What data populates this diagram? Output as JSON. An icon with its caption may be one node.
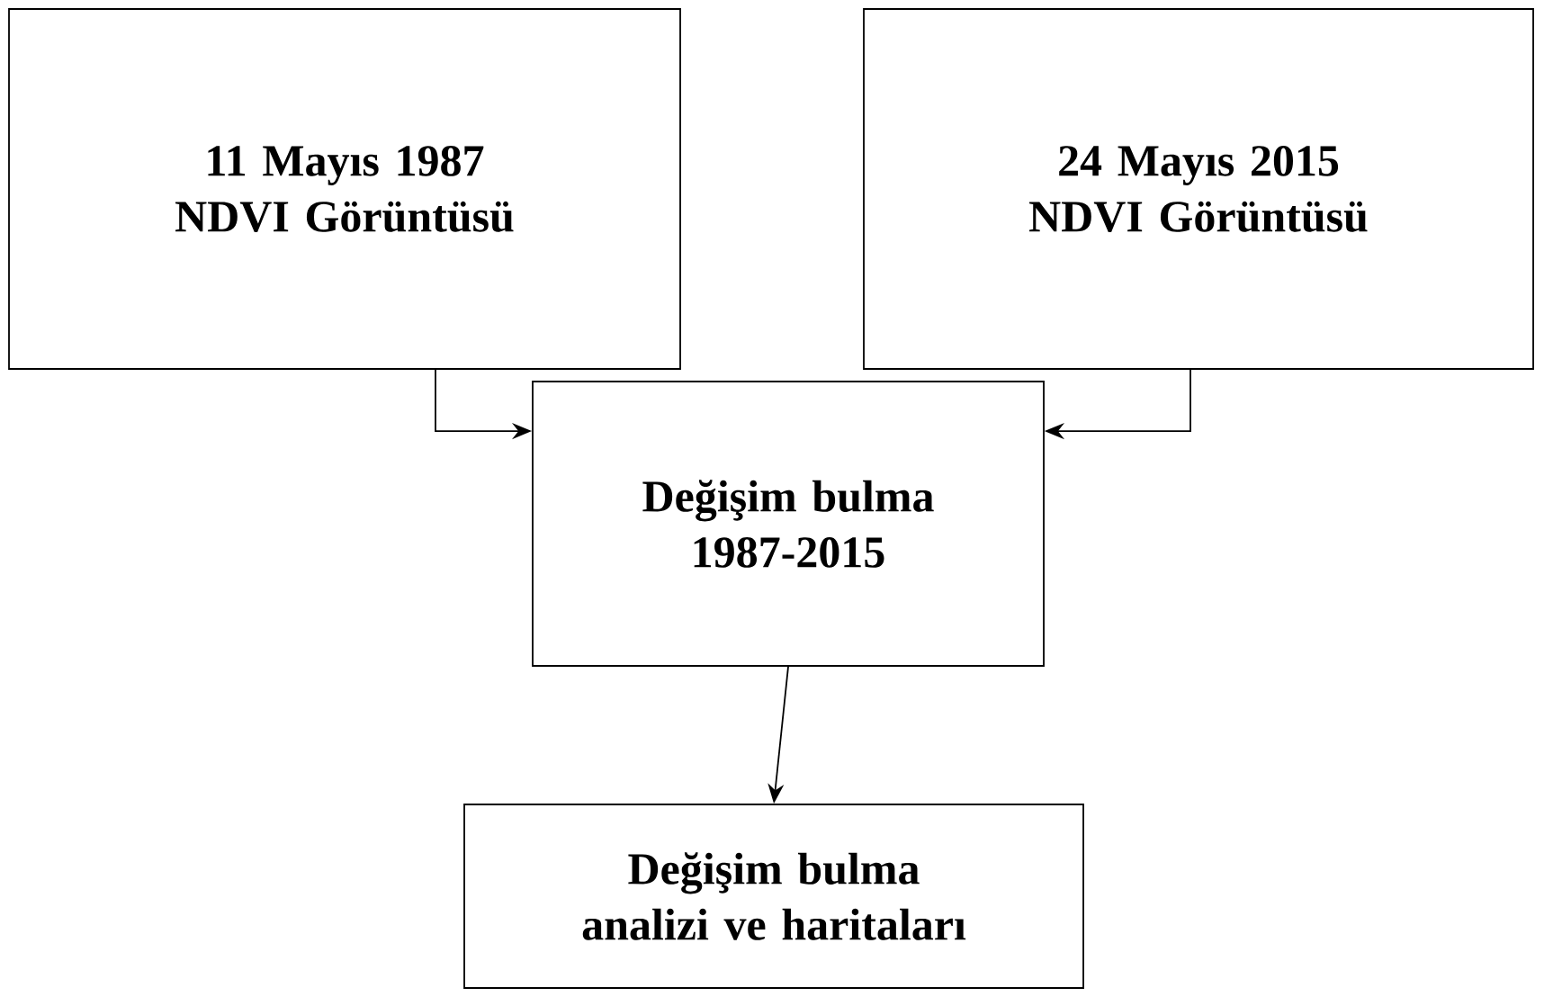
{
  "diagram": {
    "nodes": [
      {
        "text": [
          "11 Mayıs 1987 NDVI Görüntüsü"
        ]
      },
      {
        "text": [
          "24 Mayıs 2015 NDVI Görüntüsü"
        ]
      },
      {
        "text": [
          "Değişim bulma 1987-2015"
        ]
      },
      {
        "text": [
          "Değişim bulma analizi ve haritaları"
        ]
      }
    ],
    "edges": [
      {
        "from": 0,
        "to": 2,
        "arrow": "to"
      },
      {
        "from": 1,
        "to": 2,
        "arrow": "to"
      },
      {
        "from": 2,
        "to": 3,
        "arrow": "to"
      }
    ]
  }
}
